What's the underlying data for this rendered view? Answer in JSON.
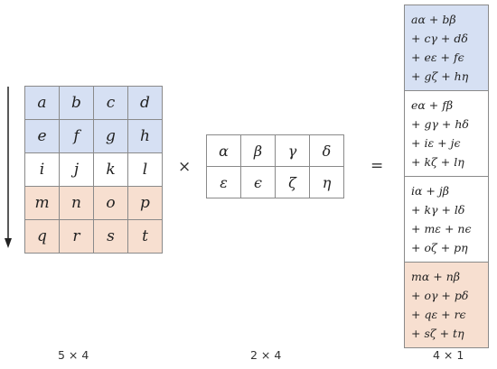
{
  "colors": {
    "blue": "#d6e0f3",
    "white": "#ffffff",
    "orange": "#f7dfd0",
    "border": "#8a8a8a"
  },
  "left_matrix": {
    "rows": [
      {
        "tone": "blue",
        "cells": [
          "a",
          "b",
          "c",
          "d"
        ]
      },
      {
        "tone": "blue",
        "cells": [
          "e",
          "f",
          "g",
          "h"
        ]
      },
      {
        "tone": "white",
        "cells": [
          "i",
          "j",
          "k",
          "l"
        ]
      },
      {
        "tone": "orange",
        "cells": [
          "m",
          "n",
          "o",
          "p"
        ]
      },
      {
        "tone": "orange",
        "cells": [
          "q",
          "r",
          "s",
          "t"
        ]
      }
    ],
    "dims": "5 × 4"
  },
  "operators": {
    "times": "×",
    "equals": "="
  },
  "mid_matrix": {
    "rows": [
      {
        "cells": [
          "α",
          "β",
          "γ",
          "δ"
        ]
      },
      {
        "cells": [
          "ε",
          "ϵ",
          "ζ",
          "η"
        ]
      }
    ],
    "dims": "2 × 4"
  },
  "result": {
    "cells": [
      {
        "tone": "blue",
        "lines": [
          "aα + bβ",
          "+ cγ + dδ",
          "+ eε + fϵ",
          "+ gζ + hη"
        ]
      },
      {
        "tone": "white",
        "lines": [
          "eα + fβ",
          "+ gγ + hδ",
          "+ iε + jϵ",
          "+ kζ + lη"
        ]
      },
      {
        "tone": "white",
        "lines": [
          "iα + jβ",
          "+ kγ + lδ",
          "+ mε + nϵ",
          "+ oζ + pη"
        ]
      },
      {
        "tone": "orange",
        "lines": [
          "mα + nβ",
          "+ oγ + pδ",
          "+ qε + rϵ",
          "+ sζ + tη"
        ]
      }
    ],
    "dims": "4 × 1"
  }
}
